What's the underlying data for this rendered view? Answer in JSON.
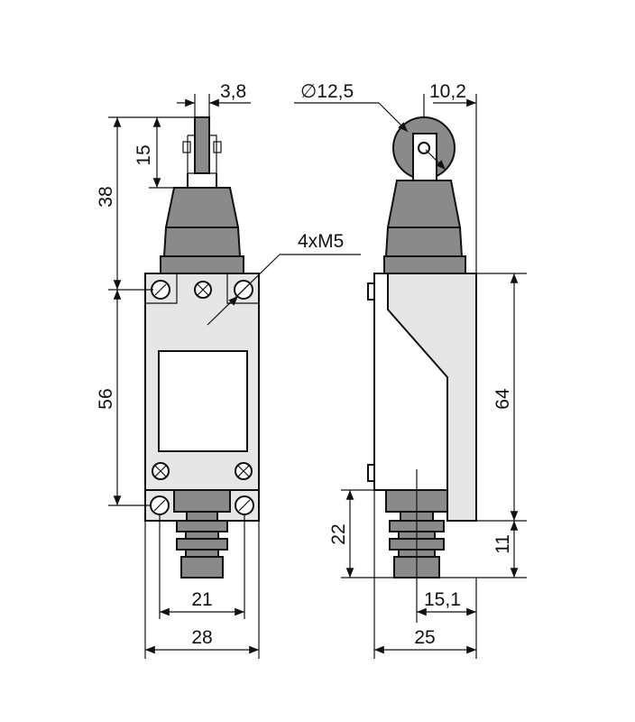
{
  "drawing": {
    "colors": {
      "body": "#e6e6e6",
      "dark_parts": "#8a8a8a",
      "lines": "#111111"
    },
    "dimensions": {
      "dim_3_8": "3,8",
      "dim_15": "15",
      "dim_38": "38",
      "dim_56": "56",
      "dim_21": "21",
      "dim_28": "28",
      "dim_4xm5": "4xM5",
      "dim_dia_12_5": "∅12,5",
      "dim_10_2": "10,2",
      "dim_64": "64",
      "dim_22": "22",
      "dim_11": "11",
      "dim_15_1": "15,1",
      "dim_25": "25"
    }
  }
}
